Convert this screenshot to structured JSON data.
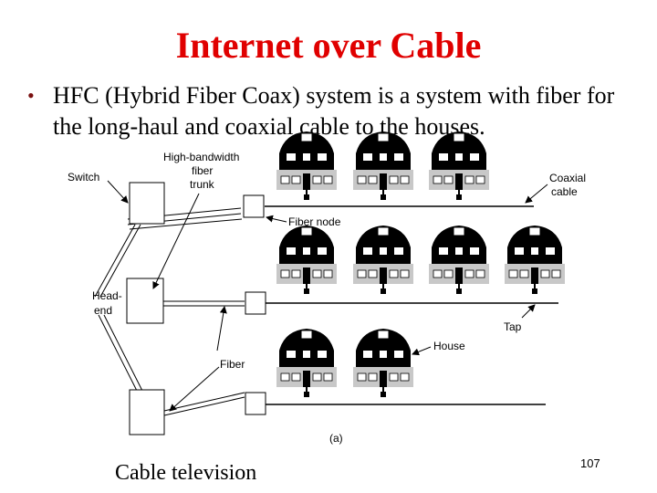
{
  "title": "Internet over Cable",
  "bullet": "HFC (Hybrid Fiber Coax) system is a system with fiber for the long-haul and coaxial cable to the houses.",
  "diagram": {
    "labels": {
      "switch": "Switch",
      "trunk_1": "High-bandwidth",
      "trunk_2": "fiber",
      "trunk_3": "trunk",
      "coax_1": "Coaxial",
      "coax_2": "cable",
      "fiber_node": "Fiber node",
      "headend_1": "Head-",
      "headend_2": "end",
      "tap": "Tap",
      "house": "House",
      "fiber": "Fiber",
      "sub": "(a)"
    }
  },
  "caption": "Cable television",
  "page_number": "107"
}
